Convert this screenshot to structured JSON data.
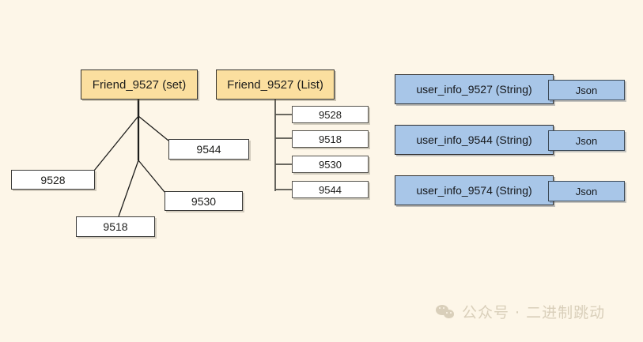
{
  "diagram": {
    "background_color": "#fdf6e8",
    "set_node": {
      "label": "Friend_9527 (set)",
      "color": "#fbdf9f",
      "members": [
        {
          "label": "9528"
        },
        {
          "label": "9544"
        },
        {
          "label": "9530"
        },
        {
          "label": "9518"
        }
      ]
    },
    "list_node": {
      "label": "Friend_9527 (List)",
      "color": "#fbdf9f",
      "items": [
        {
          "label": "9528"
        },
        {
          "label": "9518"
        },
        {
          "label": "9530"
        },
        {
          "label": "9544"
        }
      ]
    },
    "string_rows": [
      {
        "key_label": "user_info_9527 (String)",
        "value_label": "Json"
      },
      {
        "key_label": "user_info_9544 (String)",
        "value_label": "Json"
      },
      {
        "key_label": "user_info_9574 (String)",
        "value_label": "Json"
      }
    ],
    "string_color": "#a8c6e8"
  },
  "watermark": {
    "icon": "wechat-icon",
    "text": "公众号 · 二进制跳动",
    "color": "#d9cfba"
  }
}
